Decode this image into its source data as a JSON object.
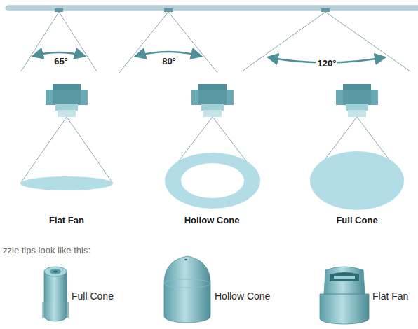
{
  "diagram": {
    "labels": [
      "65°",
      "80°",
      "120°",
      "Flat Fan",
      "Hollow Cone",
      "Full Cone",
      "zzle tips look like this:",
      "Full Cone",
      "Hollow Cone",
      "Flat Fan"
    ]
  }
}
